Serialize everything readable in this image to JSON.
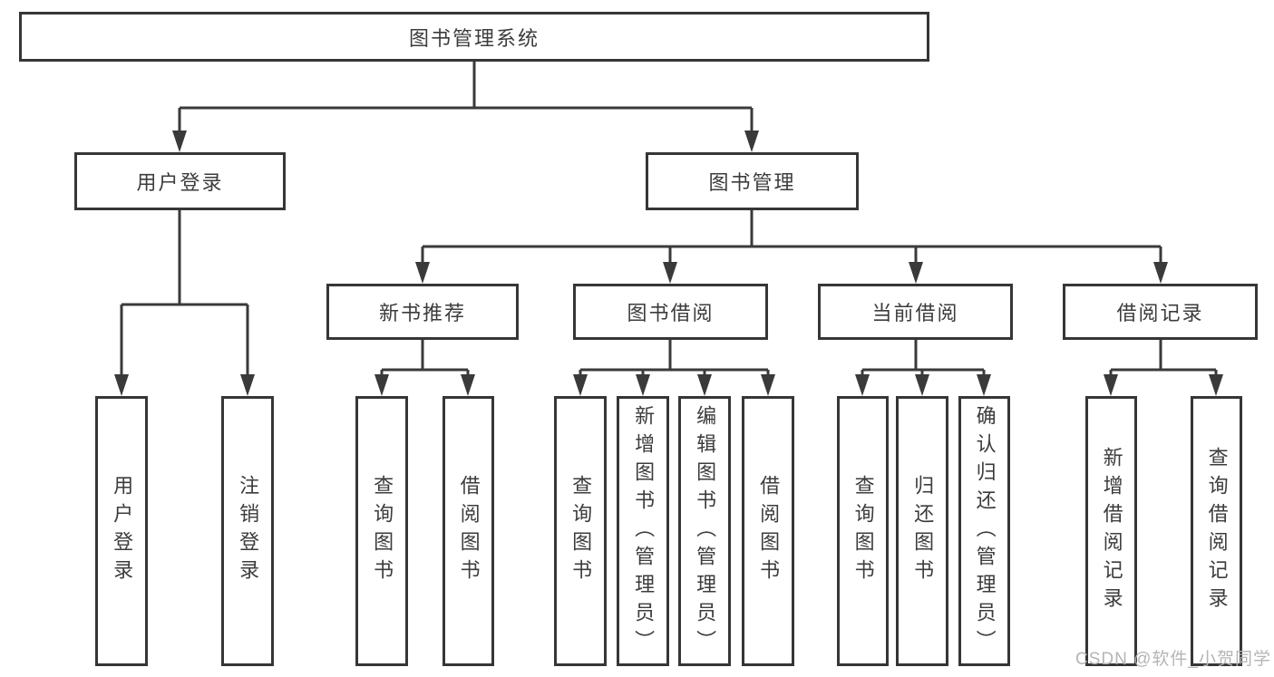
{
  "diagram_title": "图书管理系统",
  "colors": {
    "line": "#3a3a3a",
    "box_border": "#363636",
    "text": "#3c3c3c",
    "background": "#ffffff",
    "watermark": "#b5b5b5"
  },
  "nodes": {
    "root": {
      "label": "图书管理系统"
    },
    "level2": [
      {
        "label": "用户登录",
        "parent": "图书管理系统"
      },
      {
        "label": "图书管理",
        "parent": "图书管理系统"
      }
    ],
    "level3": [
      {
        "label": "新书推荐",
        "parent": "图书管理"
      },
      {
        "label": "图书借阅",
        "parent": "图书管理"
      },
      {
        "label": "当前借阅",
        "parent": "图书管理"
      },
      {
        "label": "借阅记录",
        "parent": "图书管理"
      }
    ],
    "leaves": [
      {
        "label": "用户登录",
        "parent": "用户登录"
      },
      {
        "label": "注销登录",
        "parent": "用户登录"
      },
      {
        "label": "查询图书",
        "parent": "新书推荐"
      },
      {
        "label": "借阅图书",
        "parent": "新书推荐"
      },
      {
        "label": "查询图书",
        "parent": "图书借阅"
      },
      {
        "label": "新增图书（管理员）",
        "parent": "图书借阅"
      },
      {
        "label": "编辑图书（管理员）",
        "parent": "图书借阅"
      },
      {
        "label": "借阅图书",
        "parent": "图书借阅"
      },
      {
        "label": "查询图书",
        "parent": "当前借阅"
      },
      {
        "label": "归还图书",
        "parent": "当前借阅"
      },
      {
        "label": "确认归还（管理员）",
        "parent": "当前借阅"
      },
      {
        "label": "新增借阅记录",
        "parent": "借阅记录"
      },
      {
        "label": "查询借阅记录",
        "parent": "借阅记录"
      }
    ]
  },
  "watermark": "CSDN @软件_小贺同学"
}
